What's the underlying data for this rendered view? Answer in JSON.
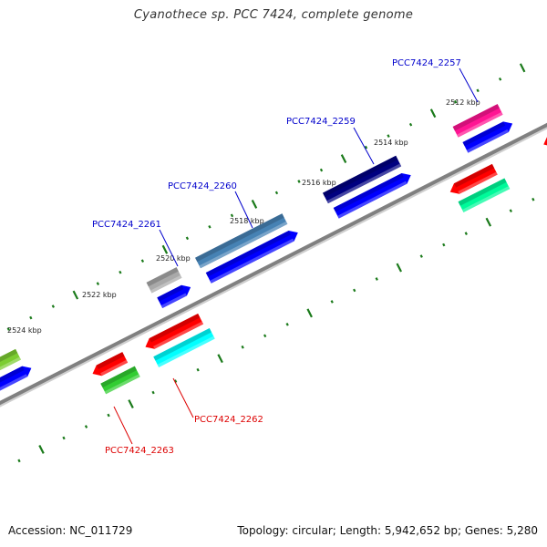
{
  "title": "Cyanothece sp. PCC 7424, complete genome",
  "footer": {
    "accession": "Accession: NC_011729",
    "summary": "Topology: circular; Length: 5,942,652 bp; Genes: 5,280"
  },
  "colors": {
    "backbone": "#808080",
    "tick": "#1a7a1a",
    "label_forward": "#0000cc",
    "label_reverse": "#dd0000"
  },
  "ticks": [
    {
      "label": "2512 kbp"
    },
    {
      "label": "2514 kbp"
    },
    {
      "label": "2516 kbp"
    },
    {
      "label": "2518 kbp"
    },
    {
      "label": "2520 kbp"
    },
    {
      "label": "2522 kbp"
    },
    {
      "label": "2524 kbp"
    }
  ],
  "outer_features": [
    {
      "id": "PCC7424_2257",
      "label": "PCC7424_2257",
      "color": "#ff1493"
    },
    {
      "id": "PCC7424_2259",
      "label": "PCC7424_2259",
      "color": "#000080"
    },
    {
      "id": "PCC7424_2260",
      "label": "PCC7424_2260",
      "color": "#4682b4"
    },
    {
      "id": "PCC7424_2261",
      "label": "PCC7424_2261",
      "color": "#a9a9a9"
    },
    {
      "id": "left_outer",
      "label": "",
      "color": "#7ccd32"
    }
  ],
  "inner_features": [
    {
      "id": "PCC7424_2262",
      "label": "PCC7424_2262",
      "color": "#00ffff"
    },
    {
      "id": "PCC7424_2263",
      "label": "PCC7424_2263",
      "color": "#32cd32"
    },
    {
      "id": "right_inner",
      "label": "",
      "color": "#00fa9a"
    }
  ]
}
